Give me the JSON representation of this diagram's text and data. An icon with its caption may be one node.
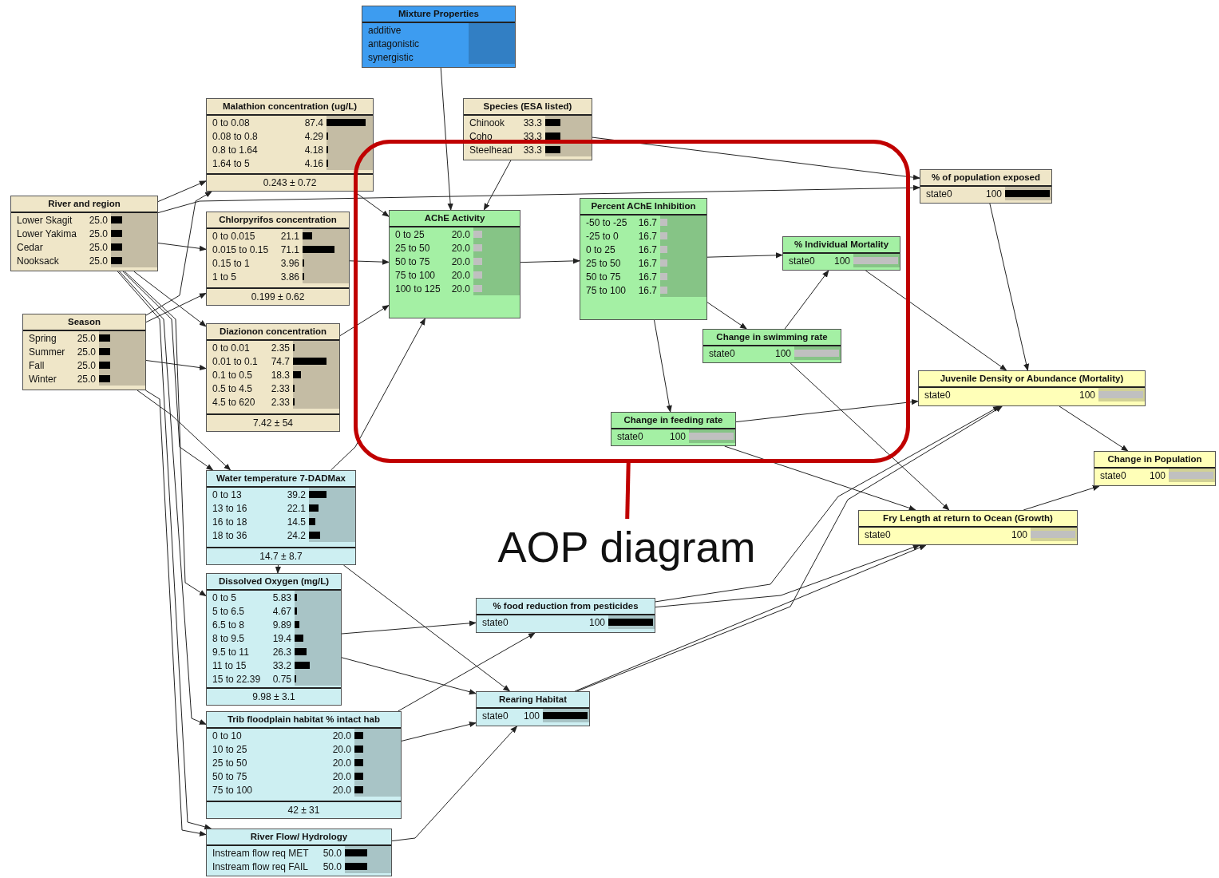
{
  "diagram": {
    "nodes": [
      {
        "text": [
          "Mixture Properties",
          "additive",
          "antagonistic",
          "synergistic"
        ]
      },
      {
        "text": [
          "Malathion concentration (ug/L)",
          "0 to 0.08",
          "87.4",
          "0.08 to 0.8",
          "4.29",
          "0.8 to 1.64",
          "4.18",
          "1.64 to 5",
          "4.16",
          "0.243 ± 0.72"
        ]
      },
      {
        "text": [
          "Species (ESA listed)",
          "Chinook",
          "33.3",
          "Coho",
          "33.3",
          "Steelhead",
          "33.3"
        ]
      },
      {
        "text": [
          "River and region",
          "Lower Skagit",
          "25.0",
          "Lower Yakima",
          "25.0",
          "Cedar",
          "25.0",
          "Nooksack",
          "25.0"
        ]
      },
      {
        "text": [
          "% of population exposed",
          "state0",
          "100"
        ]
      },
      {
        "text": [],
        "shape": "box"
      },
      {
        "text": [
          "AChE Activity",
          "0 to 25",
          "20.0",
          "25 to 50",
          "20.0",
          "50 to 75",
          "20.0",
          "75 to 100",
          "20.0",
          "100 to 125",
          "20.0"
        ],
        "in": 5
      },
      {
        "text": [
          "Percent AChE Inhibition",
          "-50 to -25",
          "16.7",
          "-25 to 0",
          "16.7",
          "0 to 25",
          "16.7",
          "25 to 50",
          "16.7",
          "50 to 75",
          "16.7",
          "75 to 100",
          "16.7"
        ],
        "in": 5
      },
      {
        "text": [
          "Chlorpyrifos concentration",
          "0 to 0.015",
          "21.1",
          "0.015 to 0.15",
          "71.1",
          "0.15 to 1",
          "3.96",
          "1 to 5",
          "3.86",
          "0.199 ± 0.62"
        ]
      },
      {
        "text": [
          "% Individual Mortality",
          "state0",
          "100"
        ],
        "in": 5
      },
      {
        "text": [
          "Season",
          "Spring",
          "25.0",
          "Summer",
          "25.0",
          "Fall",
          "25.0",
          "Winter",
          "25.0"
        ]
      },
      {
        "text": [
          "Diazionon concentration",
          "0 to 0.01",
          "2.35",
          "0.01 to 0.1",
          "74.7",
          "0.1 to 0.5",
          "18.3",
          "0.5 to 4.5",
          "2.33",
          "4.5 to 620",
          "2.33",
          "7.42 ± 54"
        ]
      },
      {
        "text": [
          "Change in swimming rate",
          "state0",
          "100"
        ],
        "in": 5
      },
      {
        "text": [
          "Juvenile Density or Abundance (Mortality)",
          "state0",
          "100"
        ]
      },
      {
        "text": [
          "Change in feeding rate",
          "state0",
          "100"
        ],
        "in": 5
      },
      {
        "text": [
          "Change in Population",
          "state0",
          "100"
        ]
      },
      {
        "text": [
          "Water temperature 7-DADMax",
          "0 to 13",
          "39.2",
          "13 to 16",
          "22.1",
          "16 to 18",
          "14.5",
          "18 to 36",
          "24.2",
          "14.7 ± 8.7"
        ]
      },
      {
        "text": [
          "Fry Length at return to Ocean (Growth)",
          "state0",
          "100"
        ]
      },
      {
        "text": [
          "AOP diagram"
        ]
      },
      {
        "text": [
          "Dissolved Oxygen (mg/L)",
          "0 to 5",
          "5.83",
          "5 to 6.5",
          "4.67",
          "6.5 to 8",
          "9.89",
          "8 to 9.5",
          "19.4",
          "9.5 to 11",
          "26.3",
          "11 to 15",
          "33.2",
          "15 to 22.39",
          "0.75",
          "9.98 ± 3.1"
        ]
      },
      {
        "text": [
          "% food reduction from pesticides",
          "state0",
          "100"
        ]
      },
      {
        "text": [
          "Rearing Habitat",
          "state0",
          "100"
        ]
      },
      {
        "text": [
          "Trib floodplain habitat % intact hab",
          "0 to 10",
          "20.0",
          "10 to 25",
          "20.0",
          "25 to 50",
          "20.0",
          "50 to 75",
          "20.0",
          "75 to 100",
          "20.0",
          "42 ± 31"
        ]
      },
      {
        "text": [
          "River Flow/ Hydrology",
          "Instream flow req MET",
          "50.0",
          "Instream flow req FAIL",
          "50.0"
        ]
      }
    ],
    "edges": [
      {
        "from": 0,
        "to": 6,
        "arrow": "to"
      },
      {
        "from": 2,
        "to": 6,
        "arrow": "to"
      },
      {
        "from": 2,
        "to": 4,
        "arrow": "to"
      },
      {
        "from": 3,
        "to": 1,
        "arrow": "to"
      },
      {
        "from": 3,
        "to": 4,
        "arrow": "to"
      },
      {
        "from": 3,
        "to": 8,
        "arrow": "to"
      },
      {
        "from": 3,
        "to": 11,
        "arrow": "to"
      },
      {
        "from": 3,
        "to": 16,
        "arrow": "to"
      },
      {
        "from": 3,
        "to": 19,
        "arrow": "to"
      },
      {
        "from": 3,
        "to": 22,
        "arrow": "to"
      },
      {
        "from": 3,
        "to": 23,
        "arrow": "to"
      },
      {
        "from": 10,
        "to": 1,
        "arrow": "to"
      },
      {
        "from": 10,
        "to": 8,
        "arrow": "to"
      },
      {
        "from": 10,
        "to": 11,
        "arrow": "to"
      },
      {
        "from": 10,
        "to": 16,
        "arrow": "to"
      },
      {
        "from": 10,
        "to": 23,
        "arrow": "to"
      },
      {
        "from": 1,
        "to": 6,
        "arrow": "to"
      },
      {
        "from": 8,
        "to": 6,
        "arrow": "to"
      },
      {
        "from": 11,
        "to": 6,
        "arrow": "to"
      },
      {
        "from": 16,
        "to": 6,
        "arrow": "to"
      },
      {
        "from": 16,
        "to": 19,
        "arrow": "to"
      },
      {
        "from": 16,
        "to": 21,
        "arrow": "to"
      },
      {
        "from": 6,
        "to": 7,
        "arrow": "to"
      },
      {
        "from": 7,
        "to": 9,
        "arrow": "to"
      },
      {
        "from": 7,
        "to": 12,
        "arrow": "to"
      },
      {
        "from": 7,
        "to": 14,
        "arrow": "to"
      },
      {
        "from": 12,
        "to": 9,
        "arrow": "to"
      },
      {
        "from": 12,
        "to": 17,
        "arrow": "to"
      },
      {
        "from": 9,
        "to": 13,
        "arrow": "to"
      },
      {
        "from": 4,
        "to": 13,
        "arrow": "to"
      },
      {
        "from": 14,
        "to": 13,
        "arrow": "to"
      },
      {
        "from": 14,
        "to": 17,
        "arrow": "to"
      },
      {
        "from": 13,
        "to": 15,
        "arrow": "to"
      },
      {
        "from": 17,
        "to": 15,
        "arrow": "to"
      },
      {
        "from": 19,
        "to": 20,
        "arrow": "to"
      },
      {
        "from": 19,
        "to": 21,
        "arrow": "to"
      },
      {
        "from": 22,
        "to": 21,
        "arrow": "to"
      },
      {
        "from": 22,
        "to": 20,
        "arrow": "to"
      },
      {
        "from": 23,
        "to": 21,
        "arrow": "to"
      },
      {
        "from": 20,
        "to": 13,
        "arrow": "to"
      },
      {
        "from": 20,
        "to": 17,
        "arrow": "to"
      },
      {
        "from": 21,
        "to": 13,
        "arrow": "to"
      },
      {
        "from": 21,
        "to": 17,
        "arrow": "to"
      },
      {
        "from": 18,
        "to": 5,
        "arrow": "none",
        "style": "thick",
        "color": "#c00000"
      }
    ]
  }
}
